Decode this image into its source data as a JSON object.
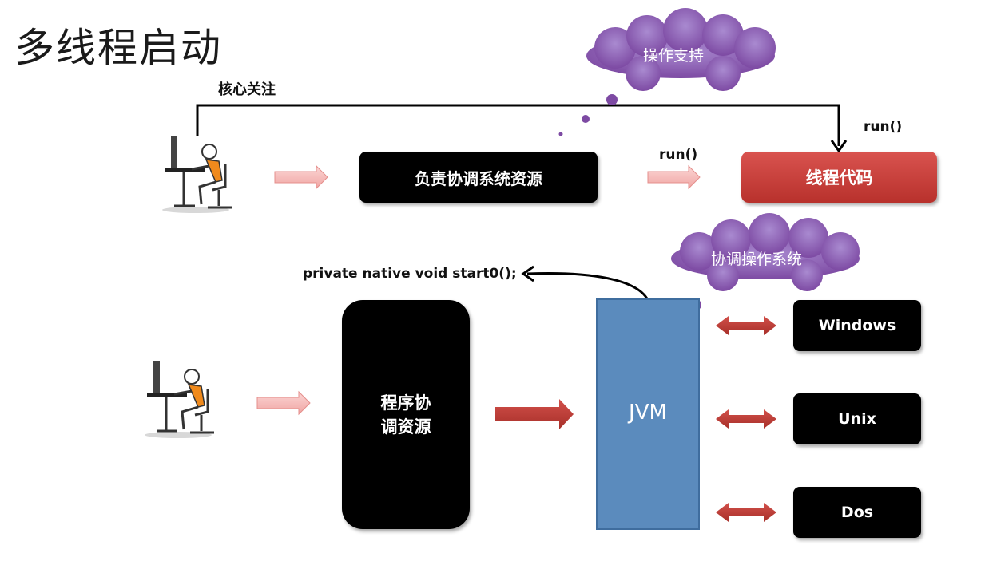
{
  "title": "多线程启动",
  "top": {
    "focus_label": "核心关注",
    "cloud_label": "操作支持",
    "run_label_right": "run()",
    "run_label_mid": "run()",
    "coordinate_box": "负责协调系统资源",
    "thread_code_box": "线程代码"
  },
  "bottom": {
    "native_label": "private native void start0();",
    "cloud_label": "协调操作系统",
    "program_box_line1": "程序协",
    "program_box_line2": "调资源",
    "jvm_label": "JVM",
    "os": [
      "Windows",
      "Unix",
      "Dos"
    ]
  },
  "colors": {
    "cloud": "#8e5fb0",
    "thread_code": "#c9403a",
    "jvm": "#5b8bbd",
    "arrow_light": "#f4b6b4",
    "arrow_dark": "#c0392b"
  }
}
